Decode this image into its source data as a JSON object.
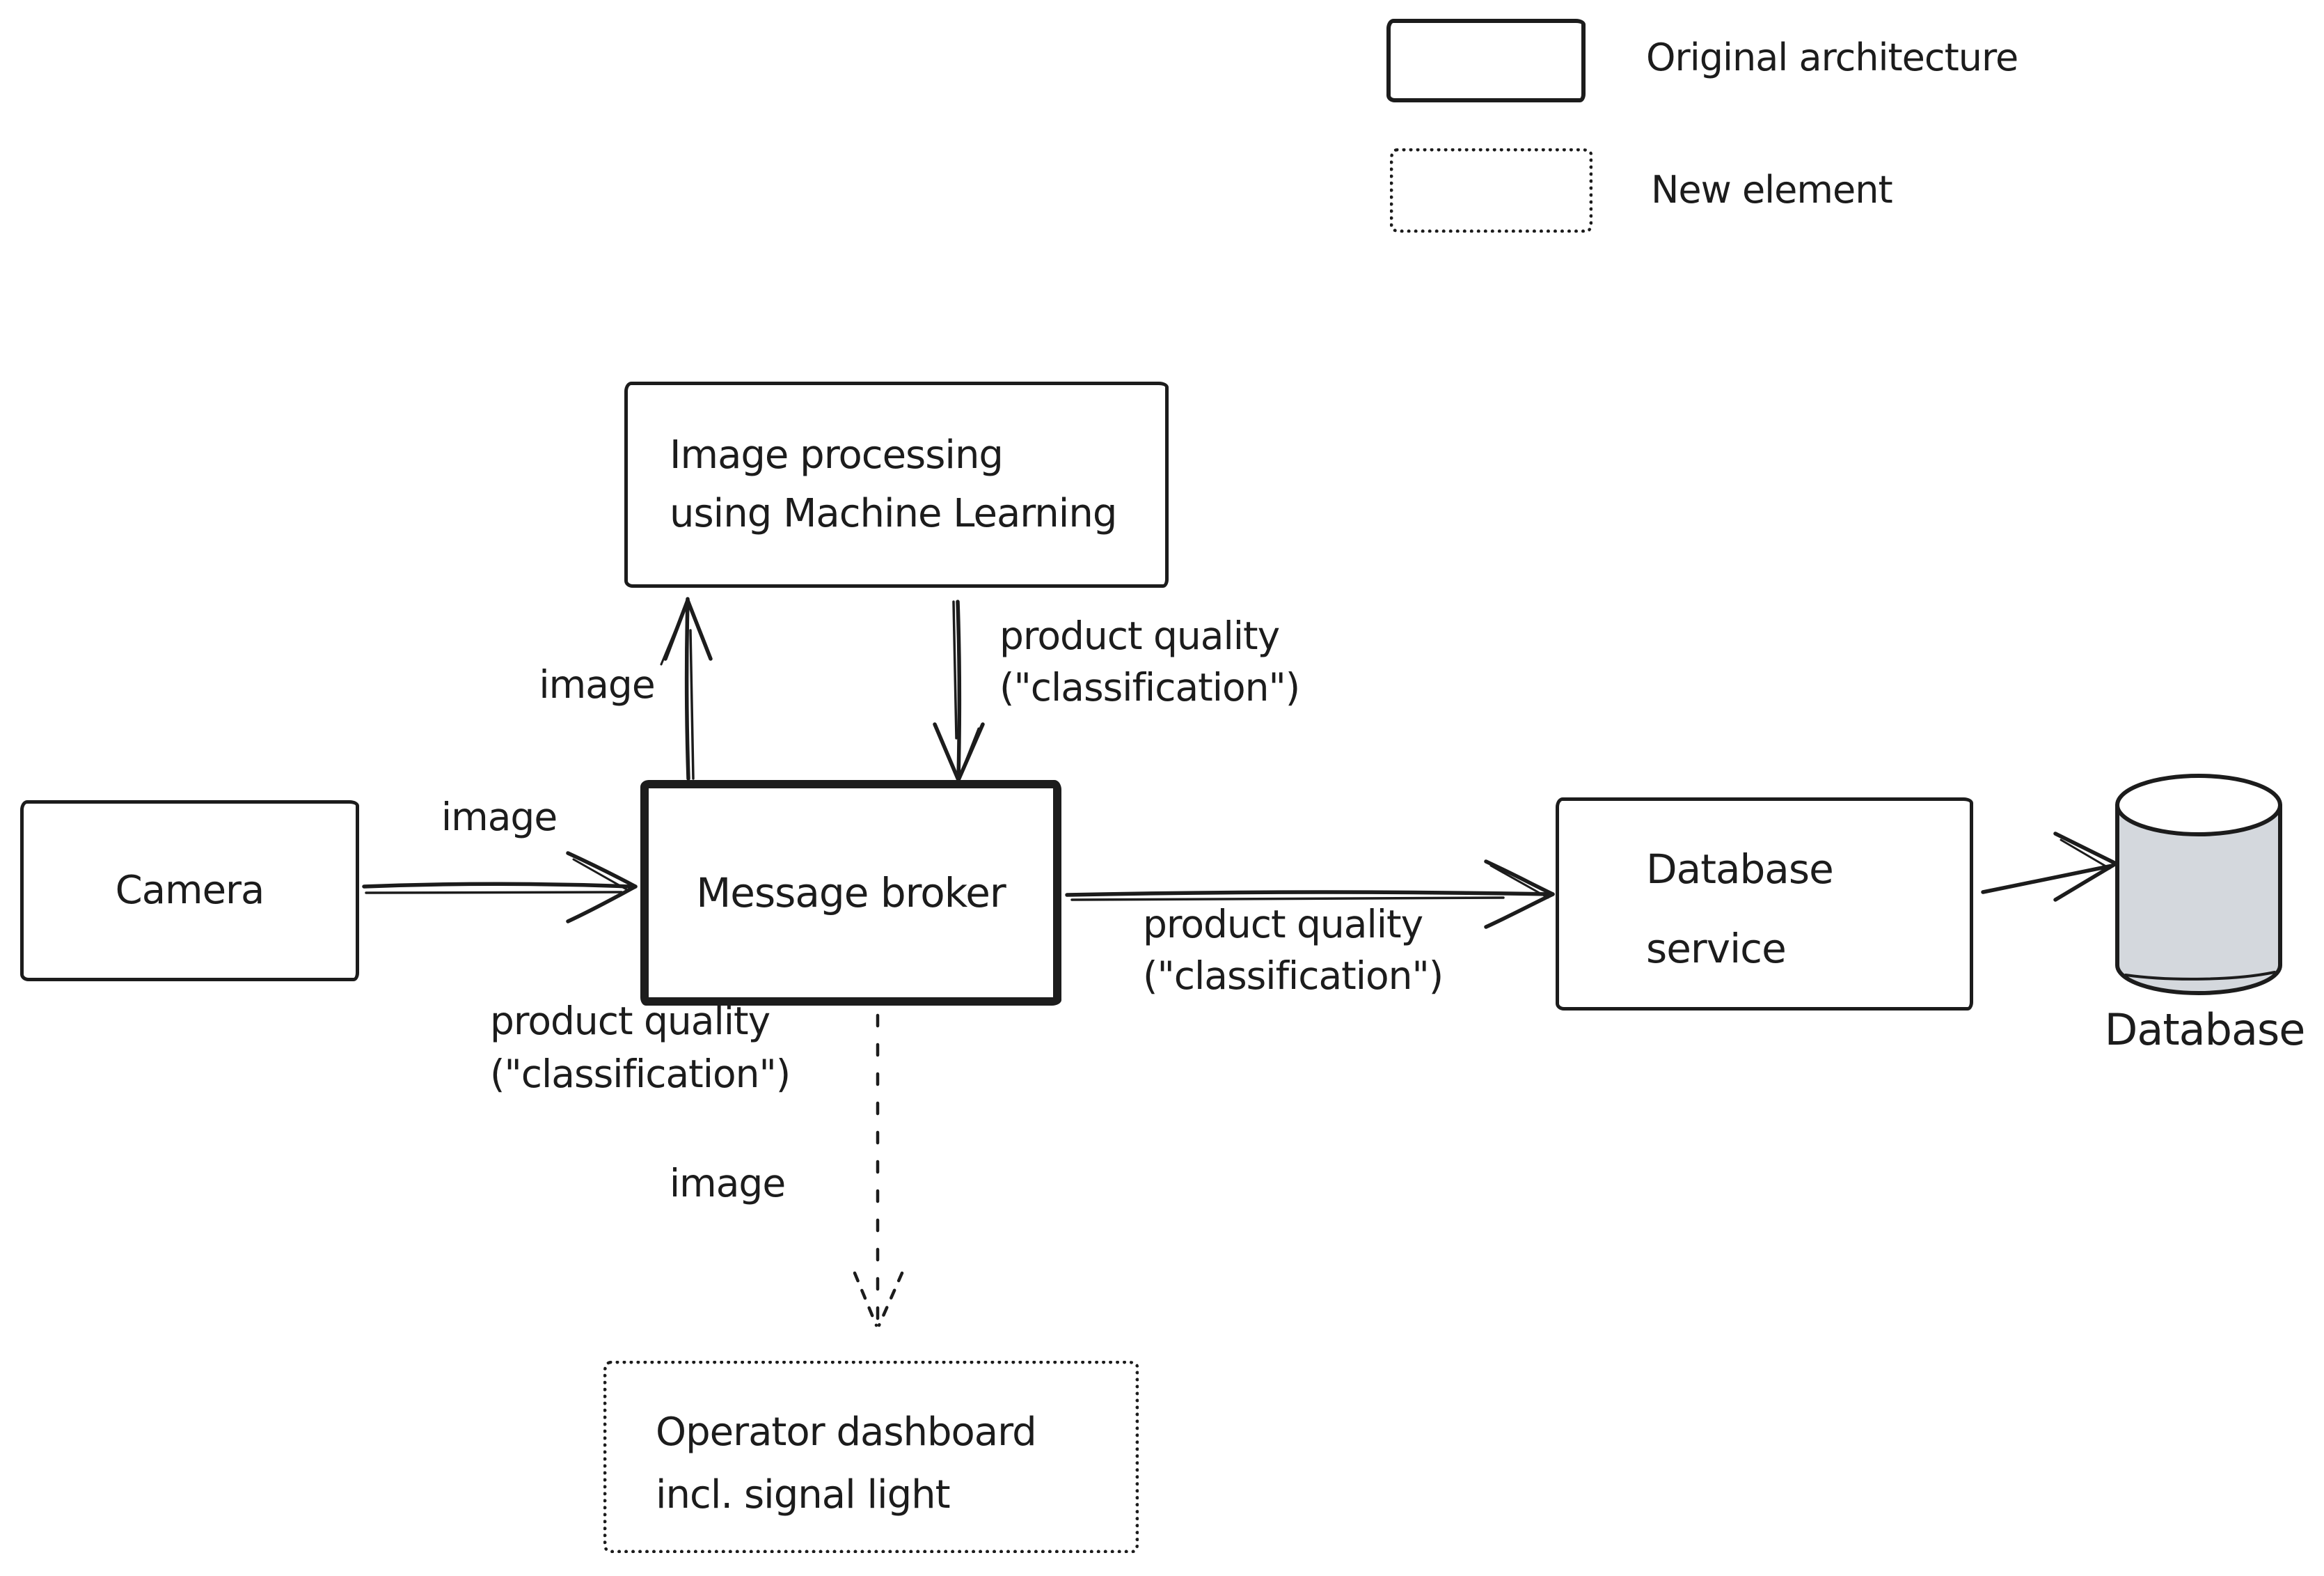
{
  "legend": {
    "original_label": "Original architecture",
    "new_label": "New element"
  },
  "nodes": {
    "camera": {
      "label": "Camera"
    },
    "image_processing": {
      "line1": "Image processing",
      "line2": "using Machine Learning"
    },
    "message_broker": {
      "label": "Message broker"
    },
    "database_service": {
      "line1": "Database",
      "line2": "service"
    },
    "database": {
      "label": "Database"
    },
    "operator_dashboard": {
      "line1": "Operator dashboard",
      "line2": "incl. signal light"
    }
  },
  "edges": {
    "camera_to_broker": {
      "label": "image"
    },
    "broker_to_image_processing": {
      "label": "image"
    },
    "image_processing_to_broker": {
      "line1": "product quality",
      "line2": "(\"classification\")"
    },
    "broker_to_database_service": {
      "line1": "product quality",
      "line2": "(\"classification\")"
    },
    "broker_to_dashboard": {
      "quality_line1": "product quality",
      "quality_line2": "(\"classification\")",
      "image_label": "image"
    }
  },
  "colors": {
    "ink": "#1c1c1c",
    "cylinder_fill": "#d4d8dd",
    "background": "#ffffff"
  }
}
